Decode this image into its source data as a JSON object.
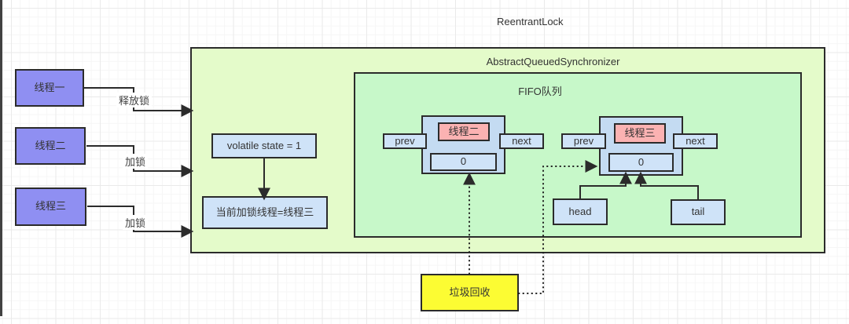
{
  "diagram": {
    "title": "ReentrantLock",
    "aqs_label": "AbstractQueuedSynchronizer",
    "fifo_label": "FIFO队列"
  },
  "threads": [
    {
      "label": "线程一",
      "action": "释放锁"
    },
    {
      "label": "线程二",
      "action": "加锁"
    },
    {
      "label": "线程三",
      "action": "加锁"
    }
  ],
  "state_box": {
    "label": "volatile state = 1"
  },
  "owner_box": {
    "label": "当前加锁线程=线程三"
  },
  "queue_nodes": [
    {
      "thread": "线程二",
      "prev": "prev",
      "next": "next",
      "wait_status": "0"
    },
    {
      "thread": "线程三",
      "prev": "prev",
      "next": "next",
      "wait_status": "0"
    }
  ],
  "pointers": {
    "head": "head",
    "tail": "tail"
  },
  "gc_box": {
    "label": "垃圾回收"
  },
  "colors": {
    "thread_fill": "#8f8ff2",
    "node_fill": "#c4dbf2",
    "cell_fill": "#cfe3f8",
    "thread_tag_fill": "#fbb2b2",
    "aqs_fill": "#e4fbca",
    "fifo_fill": "#c7f8c9",
    "gc_fill": "#fcfc33",
    "border": "#2b2b2b"
  }
}
